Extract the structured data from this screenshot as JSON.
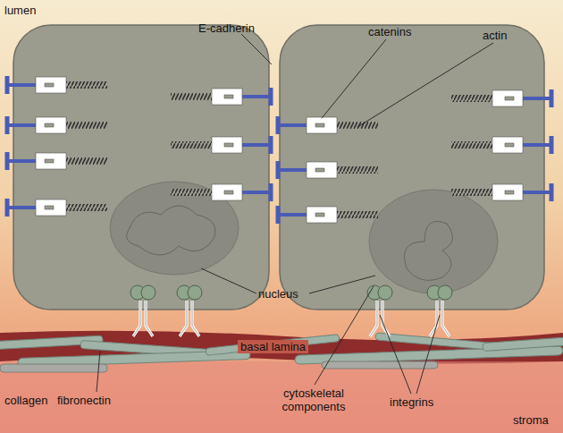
{
  "diagram": {
    "labels": [
      "lumen",
      "E-cadherin",
      "catenins",
      "actin",
      "nucleus",
      "basal lamina",
      "collagen",
      "fibronectin",
      "cytoskeletal components",
      "integrins",
      "stroma"
    ]
  }
}
